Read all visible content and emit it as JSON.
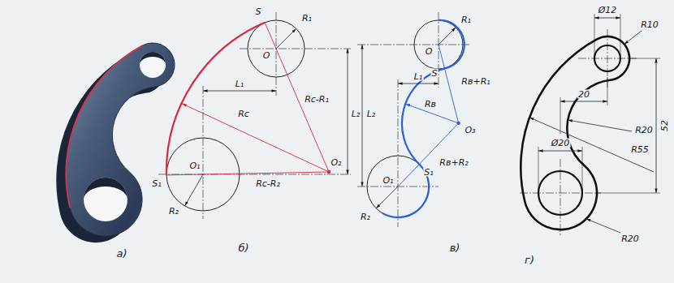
{
  "diagram": {
    "labels": [
      "а)",
      "S",
      "R₁",
      "O",
      "L₁",
      "Rc-R₁",
      "L₂",
      "Rc",
      "O₂",
      "O₁",
      "S₁",
      "R₂",
      "Rc-R₂",
      "б)",
      "R₁",
      "O",
      "L₁",
      "L₂",
      "S",
      "Rв+R₁",
      "Rв",
      "O₃",
      "S₁",
      "Rв+R₂",
      "O₁",
      "R₂",
      "в)",
      "Ø12",
      "R10",
      "20",
      "R20",
      "R55",
      "52",
      "Ø20",
      "R20",
      "г)"
    ]
  }
}
